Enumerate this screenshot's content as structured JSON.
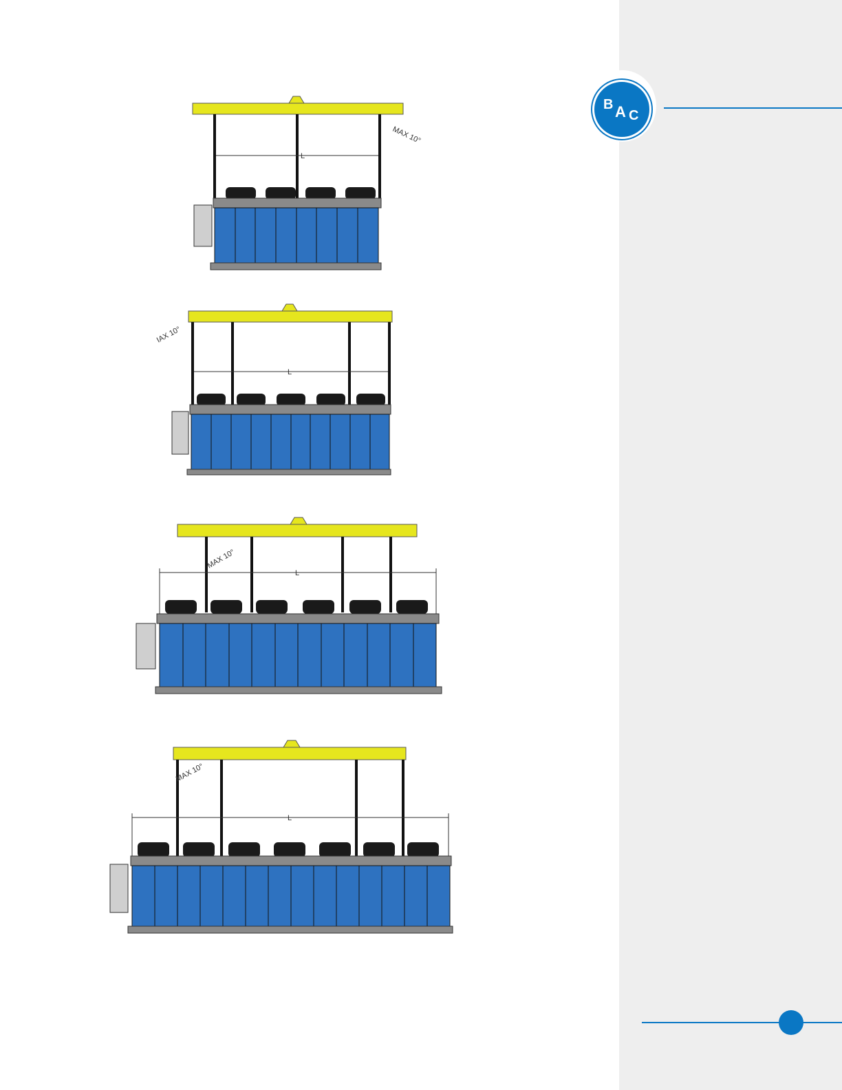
{
  "brand": {
    "logo_letters": [
      "B",
      "A",
      "C"
    ],
    "primary_color": "#0a77c4",
    "sidebar_color": "#eeeeee"
  },
  "figures": [
    {
      "fans": 4,
      "max_angle_label": "MAX 10°",
      "length_label": "L"
    },
    {
      "fans": 5,
      "max_angle_label": "IAX 10°",
      "length_label": "L"
    },
    {
      "fans": 6,
      "max_angle_label": "MAX 10°",
      "length_label": "L"
    },
    {
      "fans": 7,
      "max_angle_label": "MAX 10°",
      "length_label": "L"
    }
  ],
  "colors": {
    "spreader_bar": "#e6e61e",
    "coil_panel": "#2e72c0",
    "frame": "#8a8a8a"
  }
}
